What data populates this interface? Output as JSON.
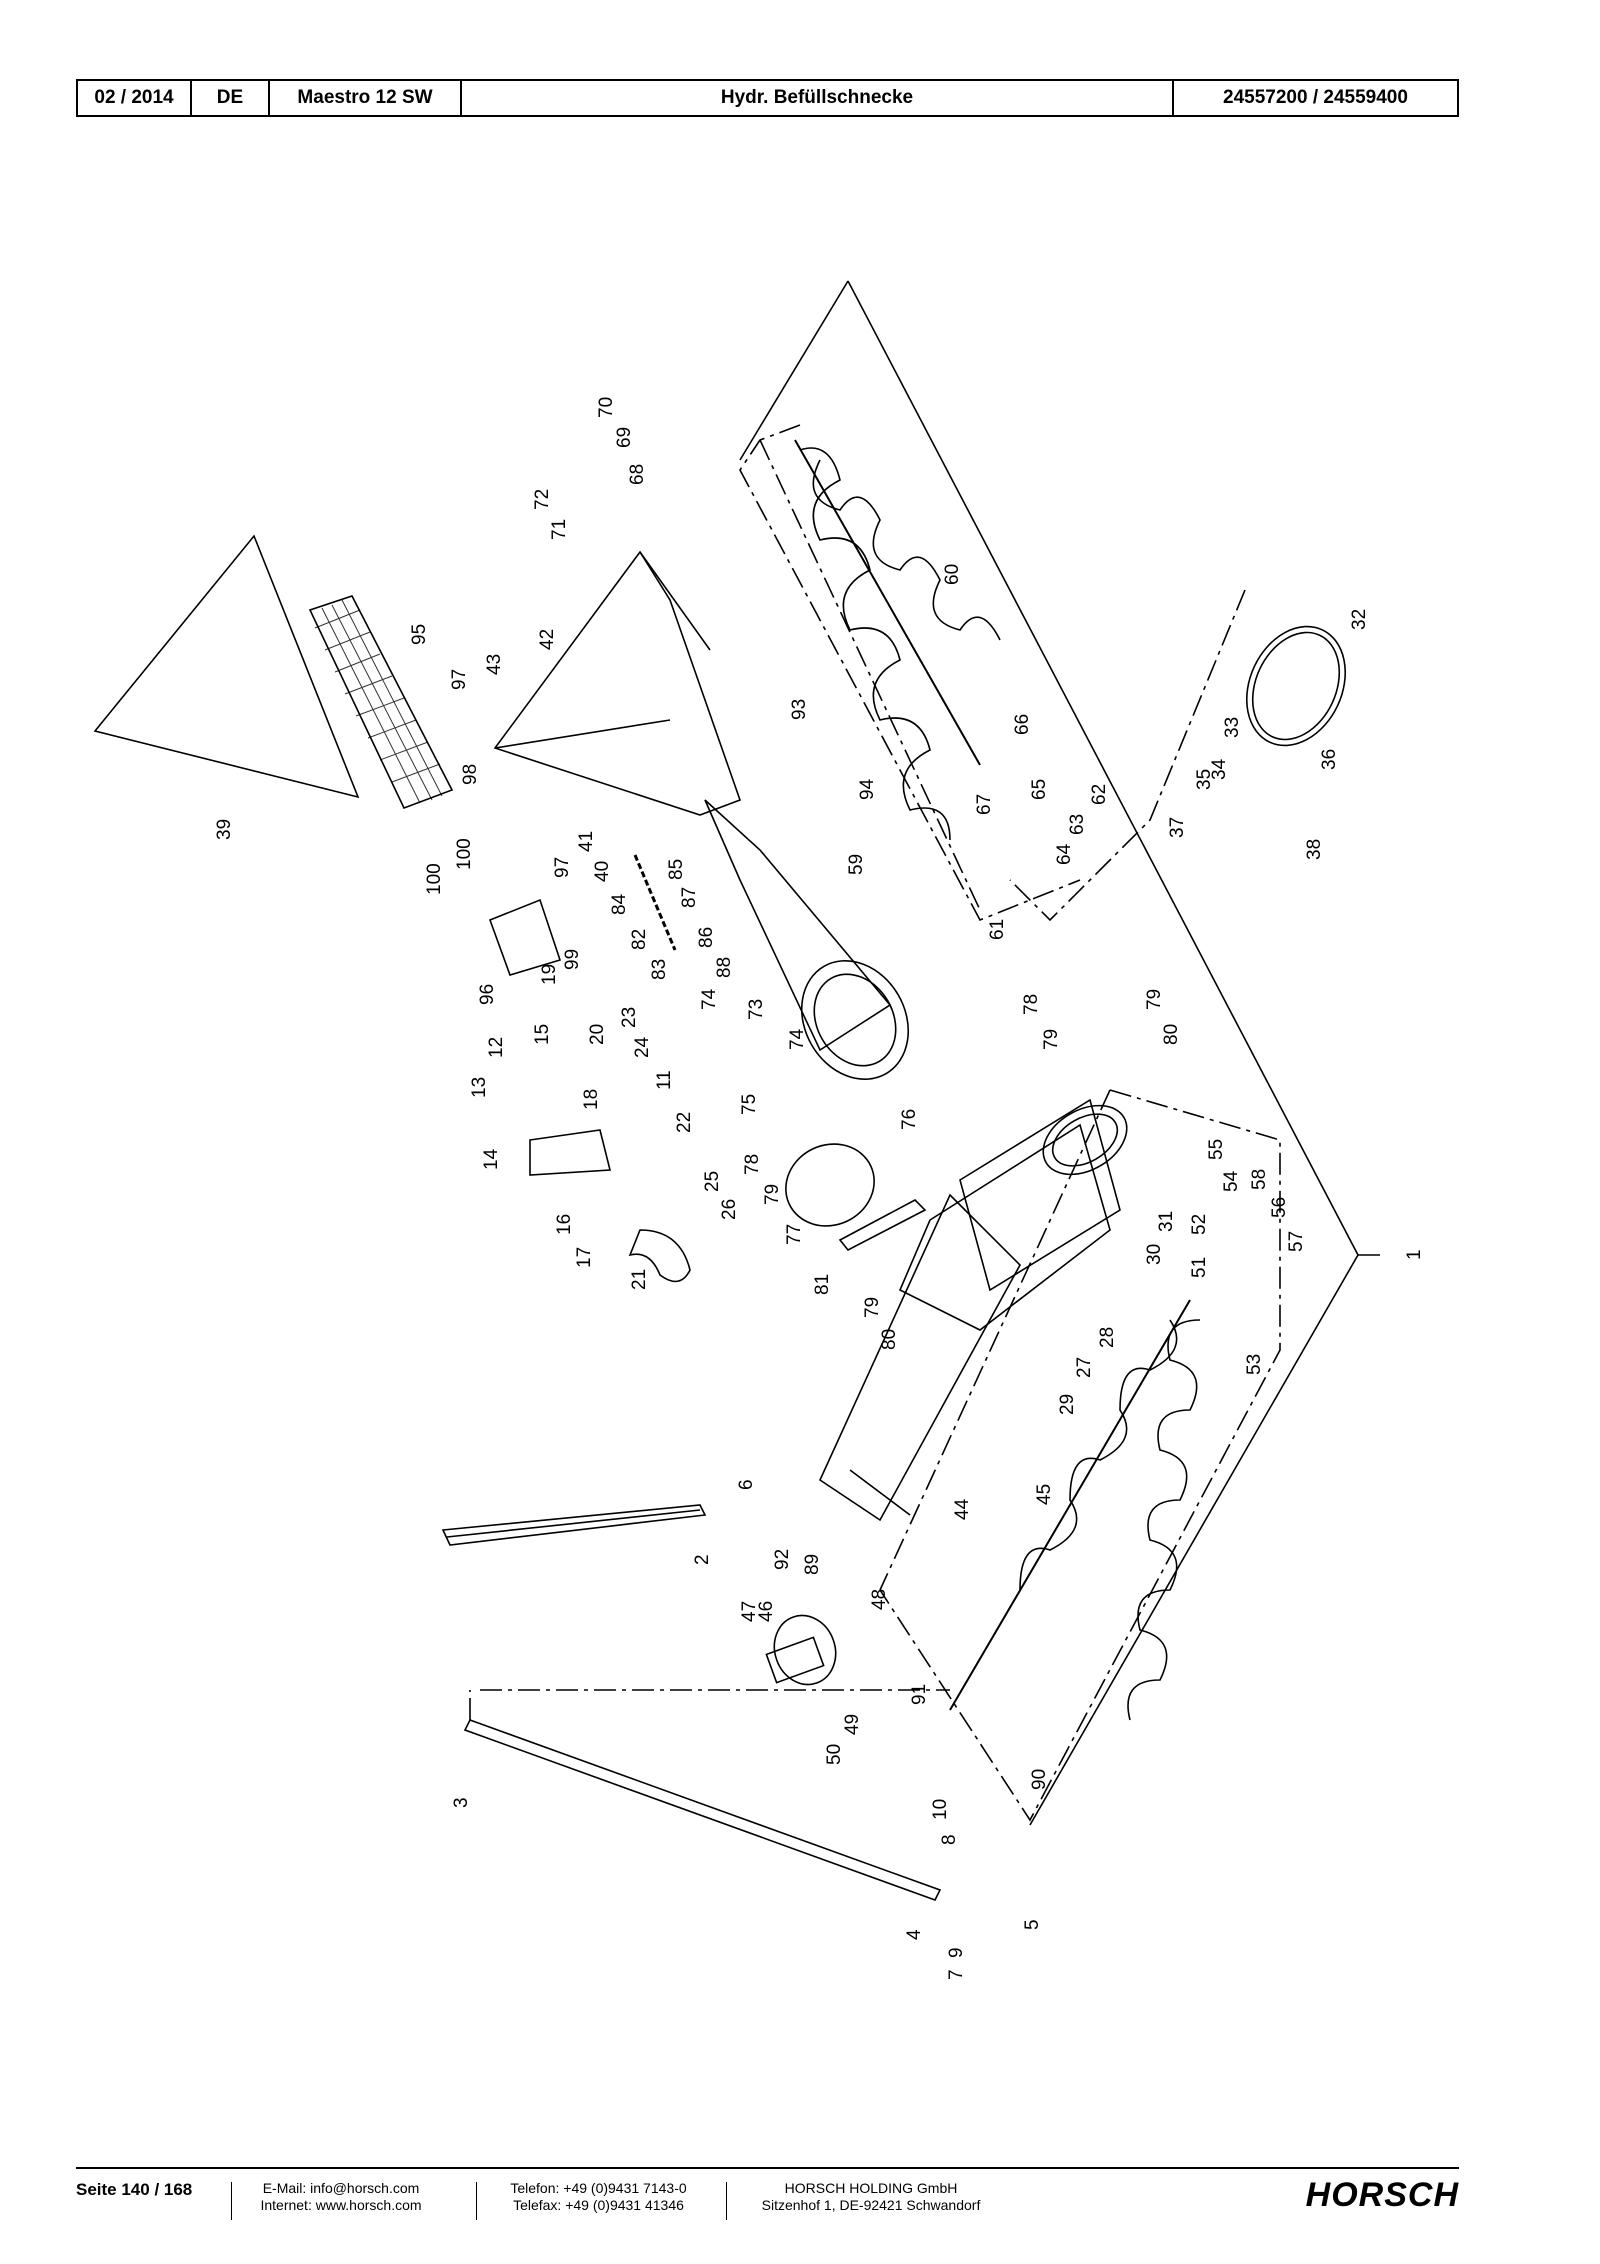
{
  "header": {
    "date": "02 / 2014",
    "lang": "DE",
    "model": "Maestro 12 SW",
    "title": "Hydr. Befüllschnecke",
    "part_numbers": "24557200 / 24559400"
  },
  "diagram": {
    "callouts": [
      "1",
      "2",
      "3",
      "4",
      "5",
      "6",
      "7",
      "8",
      "9",
      "10",
      "11",
      "12",
      "13",
      "14",
      "15",
      "16",
      "17",
      "18",
      "19",
      "20",
      "21",
      "22",
      "23",
      "24",
      "25",
      "26",
      "27",
      "28",
      "29",
      "30",
      "31",
      "32",
      "33",
      "34",
      "35",
      "36",
      "37",
      "38",
      "39",
      "40",
      "41",
      "42",
      "43",
      "44",
      "45",
      "46",
      "47",
      "48",
      "49",
      "50",
      "51",
      "52",
      "53",
      "54",
      "55",
      "56",
      "57",
      "58",
      "59",
      "60",
      "61",
      "62",
      "63",
      "64",
      "65",
      "66",
      "67",
      "68",
      "69",
      "70",
      "71",
      "72",
      "73",
      "74",
      "75",
      "76",
      "77",
      "78",
      "79",
      "80",
      "81",
      "82",
      "83",
      "84",
      "85",
      "86",
      "87",
      "88",
      "89",
      "90",
      "91",
      "92",
      "93",
      "94",
      "95",
      "96",
      "97",
      "98",
      "99",
      "100"
    ]
  },
  "footer": {
    "page": "Seite 140 / 168",
    "email": "E-Mail: info@horsch.com",
    "internet": "Internet: www.horsch.com",
    "phone": "Telefon: +49 (0)9431 7143-0",
    "fax": "Telefax: +49 (0)9431 41346",
    "company": "HORSCH HOLDING GmbH",
    "address": "Sitzenhof 1, DE-92421 Schwandorf",
    "logo": "HORSCH"
  }
}
